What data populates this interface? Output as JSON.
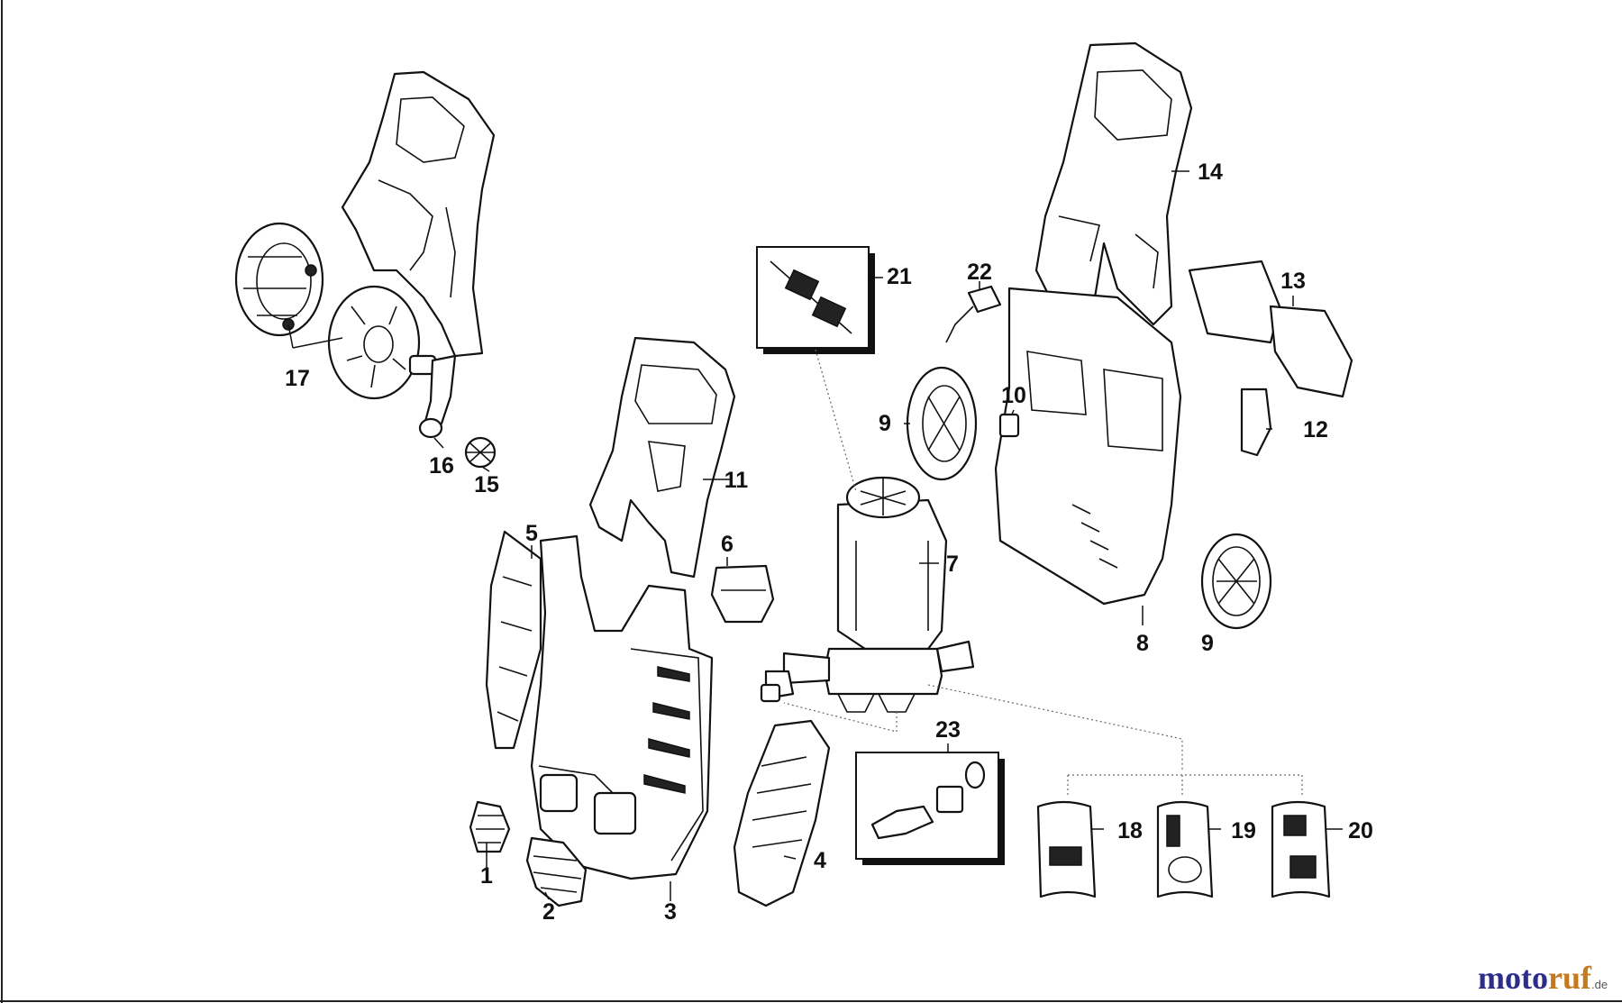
{
  "labels": {
    "p1": "1",
    "p2": "2",
    "p3": "3",
    "p4": "4",
    "p5": "5",
    "p6": "6",
    "p7": "7",
    "p8": "8",
    "p9a": "9",
    "p9b": "9",
    "p10": "10",
    "p11": "11",
    "p12": "12",
    "p13": "13",
    "p14": "14",
    "p15": "15",
    "p16": "16",
    "p17": "17",
    "p18": "18",
    "p19": "19",
    "p20": "20",
    "p21": "21",
    "p22": "22",
    "p23": "23"
  },
  "watermark": {
    "part1": "moto",
    "part2": "ruf",
    "suffix": ".de"
  }
}
